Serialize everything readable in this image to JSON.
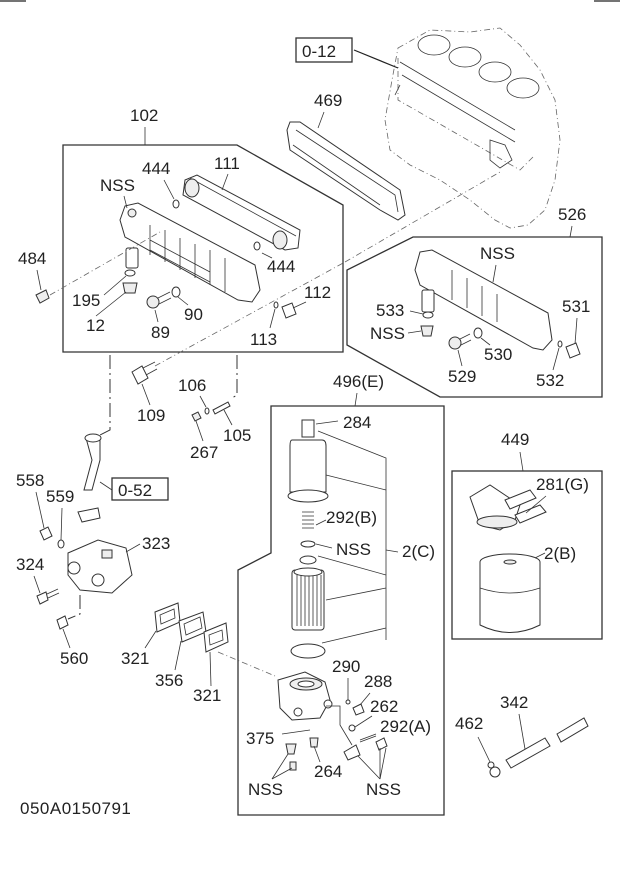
{
  "diagram": {
    "code": "050A0150791",
    "references": {
      "engine_block": "0-12",
      "pipe": "0-52"
    },
    "groups": {
      "oil_cooler_assy": "102",
      "oil_cooler_alt": "526",
      "filter_assy": "496(E)",
      "filter_head_assy": "449"
    },
    "callouts": {
      "gasket_469": "469",
      "nss_a": "NSS",
      "p444_top": "444",
      "p111": "111",
      "p484": "484",
      "p444_bot": "444",
      "p195": "195",
      "p12": "12",
      "p89": "89",
      "p90": "90",
      "p112": "112",
      "p113": "113",
      "p109": "109",
      "p106": "106",
      "p105": "105",
      "p267": "267",
      "nss_b": "NSS",
      "p533": "533",
      "nss_c": "NSS",
      "p531": "531",
      "p530": "530",
      "p529": "529",
      "p532": "532",
      "p284": "284",
      "p292b": "292(B)",
      "nss_d": "NSS",
      "p2c": "2(C)",
      "p281g": "281(G)",
      "p2b": "2(B)",
      "p558": "558",
      "p559": "559",
      "p323": "323",
      "p324": "324",
      "p560": "560",
      "p321a": "321",
      "p356": "356",
      "p321b": "321",
      "p290": "290",
      "p288": "288",
      "p262": "262",
      "p292a": "292(A)",
      "p375": "375",
      "p264": "264",
      "nss_e": "NSS",
      "nss_f": "NSS",
      "p462": "462",
      "p342": "342"
    }
  }
}
